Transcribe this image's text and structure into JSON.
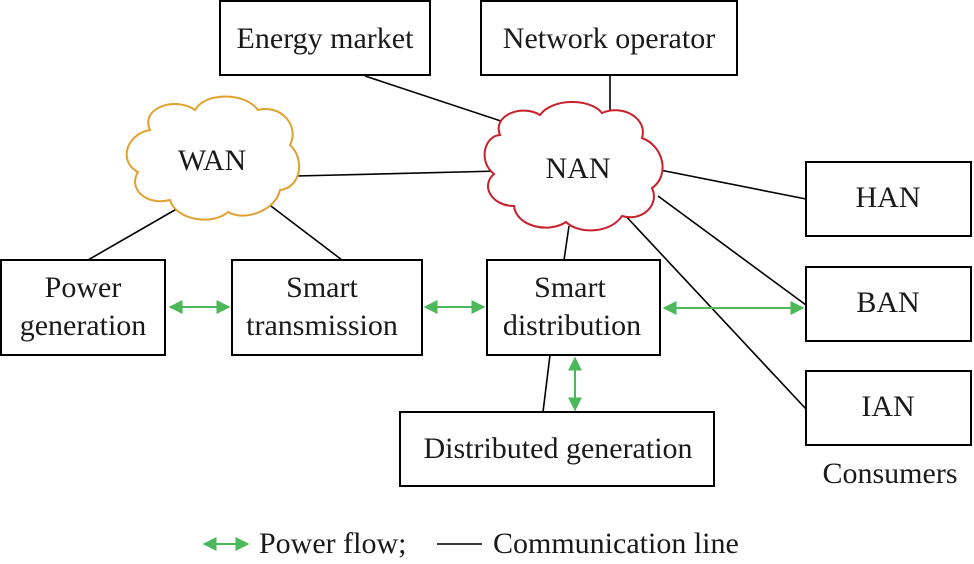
{
  "diagram": {
    "nodes": {
      "energy_market": "Energy market",
      "network_operator": "Network operator",
      "wan": "WAN",
      "nan": "NAN",
      "han": "HAN",
      "ban": "BAN",
      "ian": "IAN",
      "power_generation": [
        "Power",
        "generation"
      ],
      "smart_transmission": [
        "Smart",
        "transmission"
      ],
      "smart_distribution": [
        "Smart",
        "distribution"
      ],
      "distributed_generation": "Distributed generation"
    },
    "consumers_label": "Consumers",
    "legend": {
      "power_flow": "Power flow;",
      "communication_line": "Communication line"
    },
    "colors": {
      "power_flow": "#4cb85a",
      "wan_outline": "#e0a22e",
      "nan_outline": "#c8202a",
      "communication_line": "#000000"
    }
  }
}
